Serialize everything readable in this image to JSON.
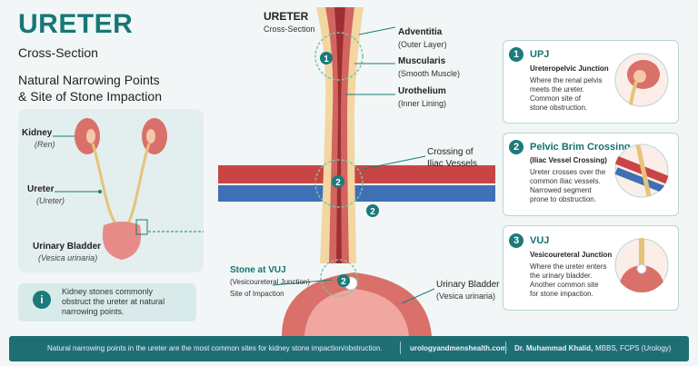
{
  "title": "URETER",
  "subtitle": "Cross-Section",
  "description_line1": "Natural Narrowing Points",
  "description_line2": "& Site of Stone Impaction",
  "overview": {
    "kidney_label": "Kidney",
    "kidney_latin": "(Ren)",
    "ureter_label": "Ureter",
    "ureter_latin": "(Ureter)",
    "bladder_label": "Urinary Bladder",
    "bladder_latin": "(Vesica urinaria)"
  },
  "info_box": {
    "icon": "info-icon",
    "text_line1": "Kidney stones commonly",
    "text_line2": "obstruct the ureter at natural",
    "text_line3": "narrowing points."
  },
  "cross_section": {
    "title": "URETER",
    "subtitle": "Cross-Section",
    "layer1_name": "Adventitia",
    "layer1_desc": "(Outer Layer)",
    "layer2_name": "Muscularis",
    "layer2_desc": "(Smooth Muscle)",
    "layer3_name": "Urothelium",
    "layer3_desc": "(Inner Lining)",
    "crossing_line1": "Crossing of",
    "crossing_line2": "Iliac Vessels",
    "stone_title": "Stone at VUJ",
    "stone_desc": "(Vesicoureteral Junction)",
    "stone_site": "Site of Impaction",
    "bladder_label": "Urinary Bladder",
    "bladder_latin": "(Vesica urinaria)",
    "marker1": "1",
    "marker2": "2",
    "marker3": "2",
    "marker4": "2"
  },
  "cards": [
    {
      "number": "1",
      "title": "UPJ",
      "subtitle": "Ureteropelvic Junction",
      "body1": "Where the renal pelvis",
      "body2": "meets the ureter.",
      "body3": "Common site of",
      "body4": "stone obstruction."
    },
    {
      "number": "2",
      "title": "Pelvic Brim Crossing",
      "subtitle": "(Iliac Vessel Crossing)",
      "body1": "Ureter crosses over the",
      "body2": "common iliac vessels.",
      "body3": "Narrowed segment",
      "body4": "prone to obstruction."
    },
    {
      "number": "3",
      "title": "VUJ",
      "subtitle": "Vesicoureteral Junction",
      "body1": "Where the ureter enters",
      "body2": "the urinary bladder.",
      "body3": "Another common site",
      "body4": "for stone impaction."
    }
  ],
  "footer": {
    "note": "Natural narrowing points in the ureter are the most common sites for kidney stone impaction/obstruction.",
    "website": "urologyandmenshealth.com",
    "author_name": "Dr. Muhammad Khalid,",
    "author_credentials": "MBBS, FCPS (Urology)"
  },
  "colors": {
    "accent": "#177777",
    "footer": "#1d6f73",
    "tissue": "#d96b6b",
    "artery": "#c94545",
    "vein": "#3f6fb5"
  }
}
